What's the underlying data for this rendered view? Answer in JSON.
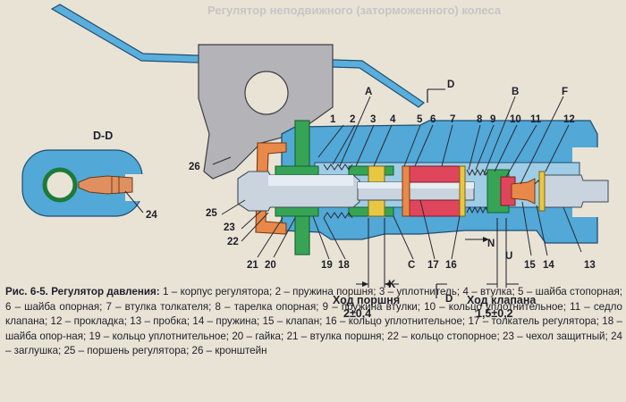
{
  "header_faded": "Регулятор неподвижного (заторможенного) колеса",
  "section_label": "D-D",
  "labels": {
    "n1": "1",
    "n2": "2",
    "n3": "3",
    "n4": "4",
    "n5": "5",
    "n6": "6",
    "n7": "7",
    "n8": "8",
    "n9": "9",
    "n10": "10",
    "n11": "11",
    "n12": "12",
    "n13": "13",
    "n14": "14",
    "n15": "15",
    "n16": "16",
    "n17": "17",
    "n18": "18",
    "n19": "19",
    "n20": "20",
    "n21": "21",
    "n22": "22",
    "n23": "23",
    "n24": "24",
    "n25": "25",
    "n26": "26",
    "A": "A",
    "B": "B",
    "C": "C",
    "F": "F",
    "D_top": "D",
    "D_bottom": "D",
    "K": "K",
    "N": "N",
    "U": "U"
  },
  "piston_stroke": {
    "title": "Ход поршня",
    "value": "2±0,4"
  },
  "valve_stroke": {
    "title": "Ход клапана",
    "value": "1,5±0,2"
  },
  "caption": {
    "title": "Рис. 6-5. Регулятор давления:",
    "body": "1 – корпус регулятора; 2 – пружина поршня; 3 – уплотнитель; 4 – втулка; 5 – шайба стопорная; 6 – шайба опорная; 7 – втулка толкателя; 8 – тарелка опорная; 9 – пружина втулки; 10 – кольцо уплотнительное; 11 – седло клапана; 12 – прокладка; 13 – пробка; 14 – пружина; 15 – клапан; 16 – кольцо уплотнительное; 17 – толкатель регулятора; 18 – шайба опор-ная; 19 – кольцо уплотнительное; 20 – гайка; 21 – втулка поршня; 22 – кольцо стопорное; 23 – чехол защитный; 24 – заглушка; 25 – поршень регулятора; 26 – кронштейн"
  },
  "colors": {
    "body_blue": "#52a8d6",
    "bracket_gray": "#b2b2b6",
    "rubber_orange": "#e8894a",
    "nut_green": "#37a455",
    "valve_red": "#e0465b",
    "yellow": "#e8c843",
    "metal_light": "#c9d4de",
    "metal_dark": "#7d8a97"
  }
}
